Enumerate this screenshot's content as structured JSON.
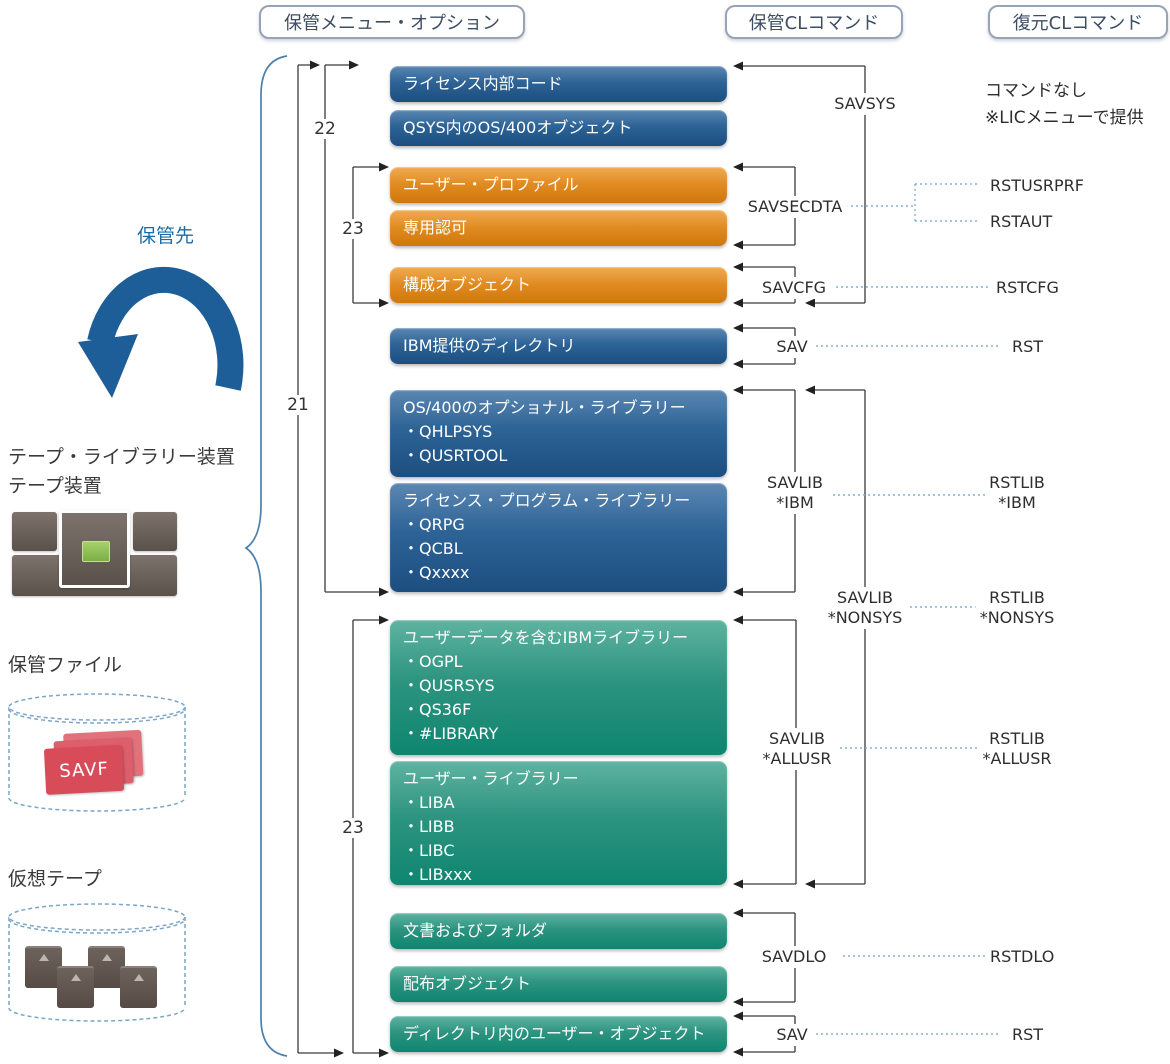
{
  "headers": {
    "menu": "保管メニュー・オプション",
    "save_cmd": "保管CLコマンド",
    "restore_cmd": "復元CLコマンド"
  },
  "left_panel": {
    "destination_label": "保管先",
    "device_line1": "テープ・ライブラリー装置",
    "device_line2": "テープ装置",
    "savefile_label": "保管ファイル",
    "savf_card_text": "SAVF",
    "virtual_tape_label": "仮想テープ"
  },
  "menu_numbers": {
    "opt21": "21",
    "opt22": "22",
    "opt23a": "23",
    "opt23b": "23"
  },
  "menu_boxes": [
    {
      "color": "blue",
      "title": "ライセンス内部コード",
      "items": []
    },
    {
      "color": "blue",
      "title": "QSYS内のOS/400オブジェクト",
      "items": []
    },
    {
      "color": "orange",
      "title": "ユーザー・プロファイル",
      "items": []
    },
    {
      "color": "orange",
      "title": "専用認可",
      "items": []
    },
    {
      "color": "orange",
      "title": "構成オブジェクト",
      "items": []
    },
    {
      "color": "blue",
      "title": "IBM提供のディレクトリ",
      "items": []
    },
    {
      "color": "blue",
      "title": "OS/400のオプショナル・ライブラリー",
      "items": [
        "・QHLPSYS",
        "・QUSRTOOL"
      ]
    },
    {
      "color": "blue",
      "title": "ライセンス・プログラム・ライブラリー",
      "items": [
        "・QRPG",
        "・QCBL",
        "・Qxxxx"
      ]
    },
    {
      "color": "teal",
      "title": "ユーザーデータを含むIBMライブラリー",
      "items": [
        "・OGPL",
        "・QUSRSYS",
        "・QS36F",
        "・#LIBRARY"
      ]
    },
    {
      "color": "teal",
      "title": "ユーザー・ライブラリー",
      "items": [
        "・LIBA",
        "・LIBB",
        "・LIBC",
        "・LIBxxx"
      ]
    },
    {
      "color": "teal",
      "title": "文書およびフォルダ",
      "items": []
    },
    {
      "color": "teal",
      "title": "配布オブジェクト",
      "items": []
    },
    {
      "color": "teal",
      "title": "ディレクトリ内のユーザー・オブジェクト",
      "items": []
    }
  ],
  "save_commands": {
    "savsys": "SAVSYS",
    "savsecdta": "SAVSECDTA",
    "savcfg": "SAVCFG",
    "sav1": "SAV",
    "savlib_ibm_1": "SAVLIB",
    "savlib_ibm_2": "*IBM",
    "savlib_nonsys_1": "SAVLIB",
    "savlib_nonsys_2": "*NONSYS",
    "savlib_allusr_1": "SAVLIB",
    "savlib_allusr_2": "*ALLUSR",
    "savdlo": "SAVDLO",
    "sav2": "SAV"
  },
  "restore_commands": {
    "note_line1": "コマンドなし",
    "note_line2": "※LICメニューで提供",
    "rstusrprf": "RSTUSRPRF",
    "rstaut": "RSTAUT",
    "rstcfg": "RSTCFG",
    "rst1": "RST",
    "rstlib_ibm_1": "RSTLIB",
    "rstlib_ibm_2": "*IBM",
    "rstlib_nonsys_1": "RSTLIB",
    "rstlib_nonsys_2": "*NONSYS",
    "rstlib_allusr_1": "RSTLIB",
    "rstlib_allusr_2": "*ALLUSR",
    "rstdlo": "RSTDLO",
    "rst2": "RST"
  },
  "colors": {
    "box_blue": "#2d6396",
    "box_orange": "#e08a1f",
    "box_teal": "#2d9480",
    "arrow_blue": "#1d5e98",
    "dotted_line": "#85b2d3",
    "wire_dark": "#3a3a3a",
    "header_border": "#96a5b6"
  }
}
